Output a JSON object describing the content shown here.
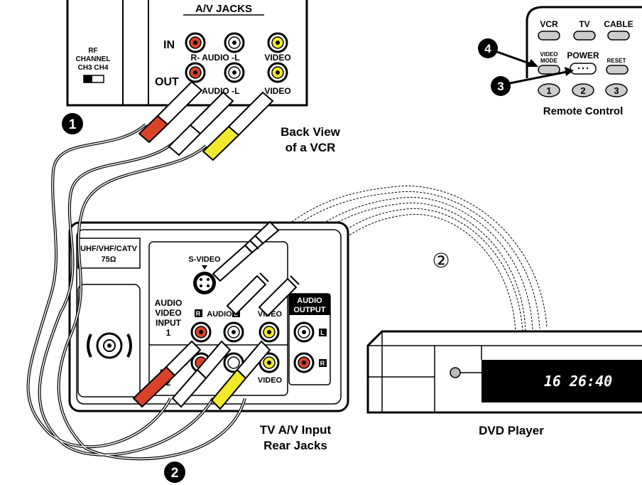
{
  "vcr": {
    "av_jacks_title": "A/V JACKS",
    "in_label": "IN",
    "out_label": "OUT",
    "audio_label_in": "R- AUDIO -L",
    "audio_label_out": "R- AUDIO -L",
    "video_label_in": "VIDEO",
    "video_label_out": "VIDEO",
    "rf_channel_line1": "RF",
    "rf_channel_line2": "CHANNEL",
    "rf_channel_line3": "CH3  CH4",
    "caption_line1": "Back View",
    "caption_line2": "of a VCR"
  },
  "remote": {
    "buttons_top": [
      "VCR",
      "TV",
      "CABLE"
    ],
    "video_mode_line1": "VIDEO",
    "video_mode_line2": "MODE",
    "power_label": "POWER",
    "reset_label": "RESET",
    "number_buttons": [
      "1",
      "2",
      "3"
    ],
    "caption": "Remote Control"
  },
  "tv": {
    "antenna_line1": "UHF/VHF/CATV",
    "antenna_line2": "75Ω",
    "svideo_label": "S-VIDEO",
    "input1_line1": "AUDIO",
    "input1_line2": "VIDEO",
    "input1_line3": "INPUT",
    "input1_line4": "1",
    "input2_line1": "O",
    "input2_line2": "PUT",
    "input2_line3": "2",
    "audio_label": "AUDIO",
    "r_badge": "R",
    "l_badge": "L",
    "video_label_1": "VIDEO",
    "video_label_2": "VIDEO",
    "audio_output_line1": "AUDIO",
    "audio_output_line2": "OUTPUT",
    "caption_line1": "TV A/V Input",
    "caption_line2": "Rear Jacks"
  },
  "dvd": {
    "display_text": "16   26:40",
    "caption": "DVD Player"
  },
  "steps": {
    "step1": "1",
    "step2": "2",
    "step2_alt": "②",
    "step3": "3",
    "step4": "4"
  },
  "colors": {
    "red_plug": "#d9432a",
    "yellow_plug": "#f3e92b",
    "white_plug": "#ffffff",
    "black": "#000000"
  }
}
